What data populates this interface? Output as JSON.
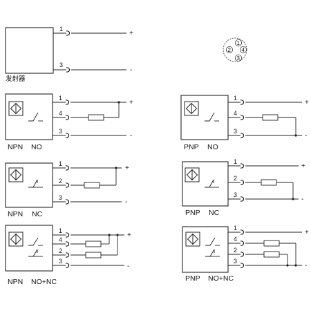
{
  "emitter": {
    "label": "发射器",
    "pins": [
      "1",
      "3"
    ],
    "signs": [
      "+",
      "-"
    ]
  },
  "connector": {
    "pins": [
      "1",
      "2",
      "3",
      "4"
    ]
  },
  "diagrams": [
    {
      "id": "npn-no",
      "type_label": "NPN",
      "mode_label": "NO",
      "pins": [
        "1",
        "4",
        "3"
      ],
      "signs": [
        "+",
        "-"
      ]
    },
    {
      "id": "pnp-no",
      "type_label": "PNP",
      "mode_label": "NO",
      "pins": [
        "1",
        "4",
        "3"
      ],
      "signs": [
        "+",
        "-"
      ]
    },
    {
      "id": "npn-nc",
      "type_label": "NPN",
      "mode_label": "NC",
      "pins": [
        "1",
        "2",
        "3"
      ],
      "signs": [
        "+",
        "-"
      ]
    },
    {
      "id": "pnp-nc",
      "type_label": "PNP",
      "mode_label": "NC",
      "pins": [
        "1",
        "2",
        "3"
      ],
      "signs": [
        "+",
        "-"
      ]
    },
    {
      "id": "npn-nonc",
      "type_label": "NPN",
      "mode_label": "NO+NC",
      "pins": [
        "1",
        "4",
        "2",
        "3"
      ],
      "signs": [
        "+",
        "-"
      ]
    },
    {
      "id": "pnp-nonc",
      "type_label": "PNP",
      "mode_label": "NO+NC",
      "pins": [
        "1",
        "4",
        "2",
        "3"
      ],
      "signs": [
        "+",
        "-"
      ]
    }
  ]
}
